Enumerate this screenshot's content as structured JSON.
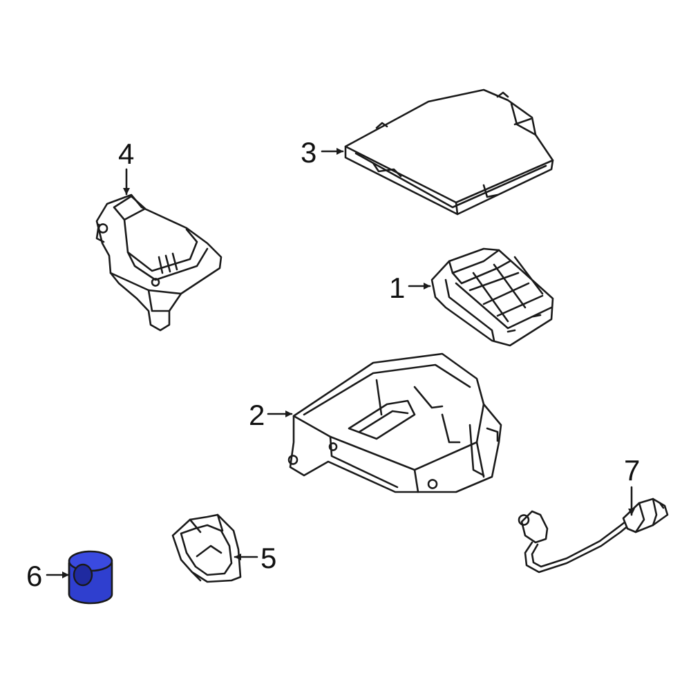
{
  "callouts": {
    "c1": "1",
    "c2": "2",
    "c3": "3",
    "c4": "4",
    "c5": "5",
    "c6": "6",
    "c7": "7"
  },
  "colors": {
    "line": "#1a1a1a",
    "background": "#ffffff",
    "highlight": "#2f3fcf"
  },
  "highlighted_part": "6"
}
